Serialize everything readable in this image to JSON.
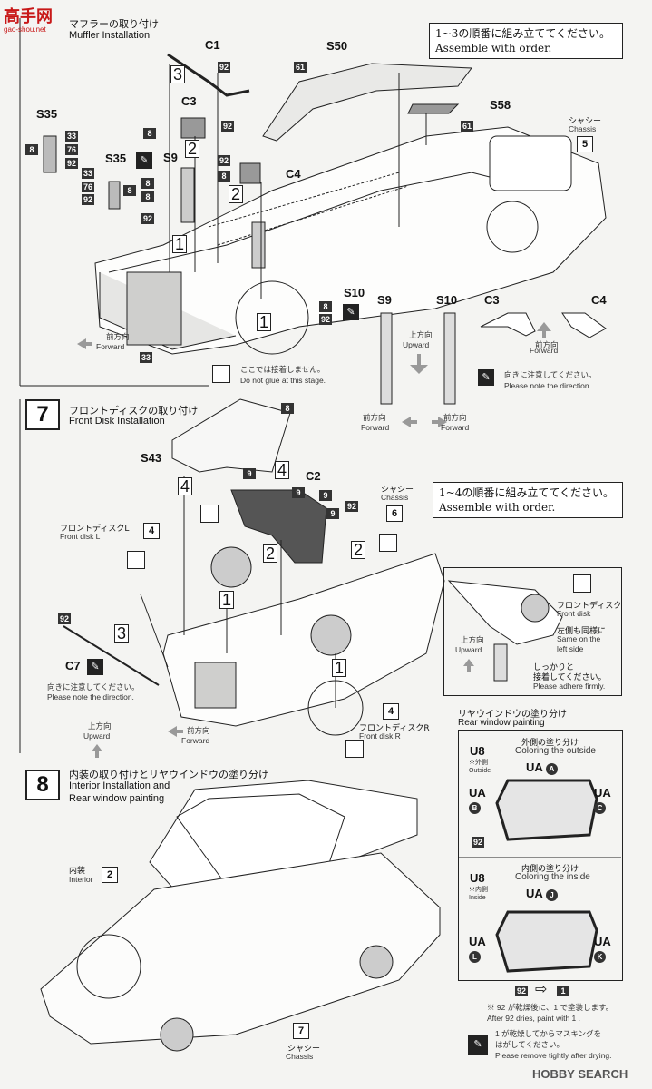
{
  "logo": {
    "text": "高手网",
    "sub": "gao-shou.net"
  },
  "watermark": "HOBBY SEARCH",
  "step6": {
    "title_jp": "マフラーの取り付け",
    "title_en": "Muffler Installation",
    "order_jp": "1~3の順番に組み立ててください。",
    "order_en": "Assemble with order.",
    "parts": [
      "C1",
      "C3",
      "S9",
      "S35",
      "S35",
      "C4",
      "S50",
      "S58",
      "S10"
    ],
    "chassis_jp": "シャシー",
    "chassis_en": "Chassis",
    "chassis_num": "5",
    "forward_jp": "前方向",
    "forward_en": "Forward",
    "noglue_jp": "ここでは接着しません。",
    "noglue_en": "Do not glue at this stage.",
    "upward_jp": "上方向",
    "upward_en": "Upward",
    "direction_jp": "向きに注意してください。",
    "direction_en": "Please note the direction.",
    "detail_labels": [
      "S9",
      "S10",
      "C3",
      "C4"
    ],
    "nums": {
      "n61": "61",
      "n92": "92",
      "n8": "8",
      "n33": "33",
      "n76": "76"
    }
  },
  "step7": {
    "num": "7",
    "title_jp": "フロントディスクの取り付け",
    "title_en": "Front Disk Installation",
    "order_jp": "1~4の順番に組み立ててください。",
    "order_en": "Assemble with order.",
    "parts": [
      "S43",
      "C2",
      "C7"
    ],
    "chassis_jp": "シャシー",
    "chassis_en": "Chassis",
    "chassis_num": "6",
    "diskL_jp": "フロントディスクL",
    "diskL_en": "Front disk L",
    "diskR_jp": "フロントディスクR",
    "diskR_en": "Front disk R",
    "disk_num": "4",
    "detail_disk_jp": "フロントディスク",
    "detail_disk_en": "Front disk",
    "same_jp": "左側も同様に",
    "same_en1": "Same on the",
    "same_en2": "left side",
    "firm_jp1": "しっかりと",
    "firm_jp2": "接着してください。",
    "firm_en": "Please adhere firmly.",
    "nums": {
      "n8": "8",
      "n9": "9",
      "n92": "92"
    }
  },
  "step8": {
    "num": "8",
    "title_jp": "内装の取り付けとリヤウインドウの塗り分け",
    "title_en1": "Interior Installation and",
    "title_en2": "Rear window painting",
    "interior_jp": "内装",
    "interior_en": "Interior",
    "interior_num": "2",
    "chassis_jp": "シャシー",
    "chassis_en": "Chassis",
    "chassis_num": "7"
  },
  "rear_window": {
    "title_jp": "リヤウインドウの塗り分け",
    "title_en": "Rear window painting",
    "outside_jp": "外側の塗り分け",
    "outside_en": "Coloring the outside",
    "inside_jp": "内側の塗り分け",
    "inside_en": "Coloring the inside",
    "u8": "U8",
    "u8_out_jp": "※外側",
    "u8_out_en": "Outside",
    "u8_in_jp": "※内側",
    "u8_in_en": "Inside",
    "ua": "UA",
    "outside_marks": [
      "A",
      "B",
      "C"
    ],
    "inside_marks": [
      "J",
      "L",
      "K"
    ],
    "n92": "92",
    "n1": "1",
    "note1_jp": "※ 92 が乾燥後に、1 で塗装します。",
    "note1_en": "After 92 dries, paint with 1 .",
    "note2_jp": "1 が乾燥してからマスキングを",
    "note2_jp2": "はがしてください。",
    "note2_en": "Please remove tightly after drying."
  }
}
